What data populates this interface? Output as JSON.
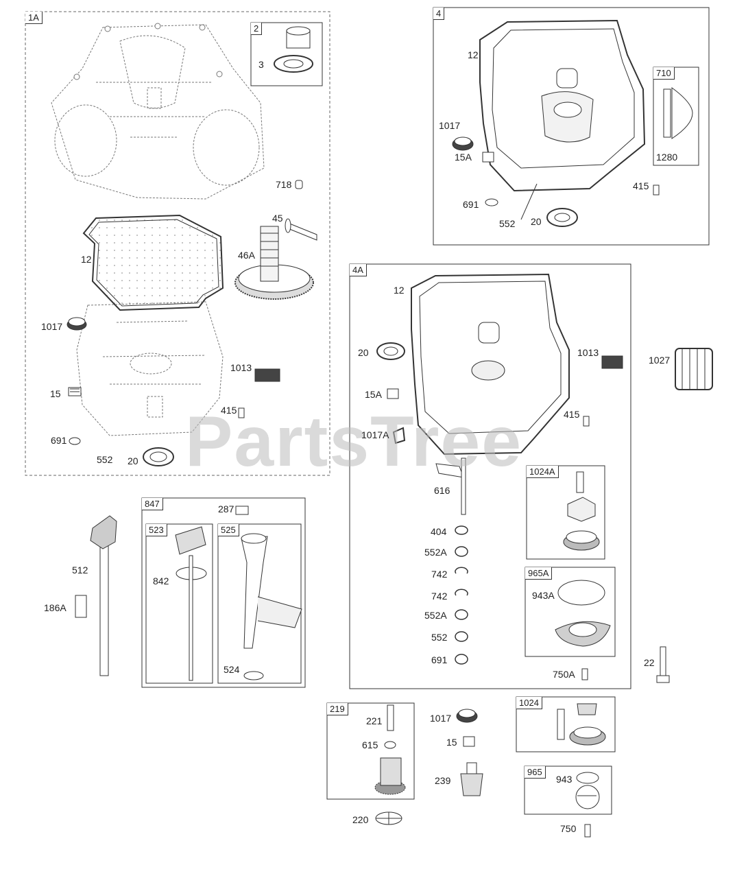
{
  "watermark": "PartsTree",
  "groups": {
    "g1A": "1A",
    "g2": "2",
    "g4": "4",
    "g710": "710",
    "g4A": "4A",
    "g1024A": "1024A",
    "g965A": "965A",
    "g847": "847",
    "g523": "523",
    "g525": "525",
    "g219": "219",
    "g1024": "1024",
    "g965": "965"
  },
  "labels": {
    "p3": "3",
    "p718": "718",
    "p45": "45",
    "p12a": "12",
    "p46A": "46A",
    "p1017a": "1017",
    "p1013a": "1013",
    "p15a": "15",
    "p415a": "415",
    "p691a": "691",
    "p552a": "552",
    "p20a": "20",
    "p12b": "12",
    "p1017b": "1017",
    "p15Ab": "15A",
    "p691b": "691",
    "p552b": "552",
    "p20b": "20",
    "p415b": "415",
    "p1280": "1280",
    "p12c": "12",
    "p20c": "20",
    "p1013c": "1013",
    "p15Ac": "15A",
    "p415c": "415",
    "p1017Ac": "1017A",
    "p1027": "1027",
    "p616": "616",
    "p404": "404",
    "p552Aa": "552A",
    "p742a": "742",
    "p742b": "742",
    "p552Ab": "552A",
    "p552c": "552",
    "p691c": "691",
    "p943A": "943A",
    "p750A": "750A",
    "p22": "22",
    "p512": "512",
    "p186A": "186A",
    "p287": "287",
    "p842": "842",
    "p524": "524",
    "p221": "221",
    "p615": "615",
    "p220": "220",
    "p1017d": "1017",
    "p15d": "15",
    "p239": "239",
    "p943": "943",
    "p750": "750"
  }
}
